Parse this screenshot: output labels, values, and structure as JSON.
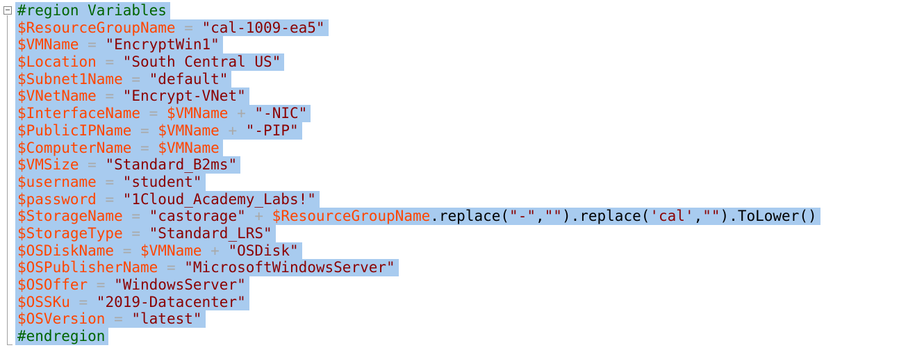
{
  "editor": {
    "fold_toggle": "−",
    "colors": {
      "selection": "#a8cbef",
      "comment": "#006400",
      "variable": "#ff4500",
      "operator": "#a9a9a9",
      "string": "#8b0000",
      "plain": "#000000"
    },
    "lines": [
      [
        {
          "t": "comment",
          "v": "#region Variables"
        }
      ],
      [
        {
          "t": "var",
          "v": "$ResourceGroupName"
        },
        {
          "t": "op",
          "v": " = "
        },
        {
          "t": "str",
          "v": "\"cal-1009-ea5\""
        }
      ],
      [
        {
          "t": "var",
          "v": "$VMName"
        },
        {
          "t": "op",
          "v": " = "
        },
        {
          "t": "str",
          "v": "\"EncryptWin1\""
        }
      ],
      [
        {
          "t": "var",
          "v": "$Location"
        },
        {
          "t": "op",
          "v": " = "
        },
        {
          "t": "str",
          "v": "\"South Central US\""
        }
      ],
      [
        {
          "t": "var",
          "v": "$Subnet1Name"
        },
        {
          "t": "op",
          "v": " = "
        },
        {
          "t": "str",
          "v": "\"default\""
        }
      ],
      [
        {
          "t": "var",
          "v": "$VNetName"
        },
        {
          "t": "op",
          "v": " = "
        },
        {
          "t": "str",
          "v": "\"Encrypt-VNet\""
        }
      ],
      [
        {
          "t": "var",
          "v": "$InterfaceName"
        },
        {
          "t": "op",
          "v": " = "
        },
        {
          "t": "var",
          "v": "$VMName"
        },
        {
          "t": "op",
          "v": " + "
        },
        {
          "t": "str",
          "v": "\"-NIC\""
        }
      ],
      [
        {
          "t": "var",
          "v": "$PublicIPName"
        },
        {
          "t": "op",
          "v": " = "
        },
        {
          "t": "var",
          "v": "$VMName"
        },
        {
          "t": "op",
          "v": " + "
        },
        {
          "t": "str",
          "v": "\"-PIP\""
        }
      ],
      [
        {
          "t": "var",
          "v": "$ComputerName"
        },
        {
          "t": "op",
          "v": " = "
        },
        {
          "t": "var",
          "v": "$VMName"
        }
      ],
      [
        {
          "t": "var",
          "v": "$VMSize"
        },
        {
          "t": "op",
          "v": " = "
        },
        {
          "t": "str",
          "v": "\"Standard_B2ms\""
        }
      ],
      [
        {
          "t": "var",
          "v": "$username"
        },
        {
          "t": "op",
          "v": " = "
        },
        {
          "t": "str",
          "v": "\"student\""
        }
      ],
      [
        {
          "t": "var",
          "v": "$password"
        },
        {
          "t": "op",
          "v": " = "
        },
        {
          "t": "str",
          "v": "\"1Cloud_Academy_Labs!\""
        }
      ],
      [
        {
          "t": "var",
          "v": "$StorageName"
        },
        {
          "t": "op",
          "v": " = "
        },
        {
          "t": "str",
          "v": "\"castorage\""
        },
        {
          "t": "op",
          "v": " + "
        },
        {
          "t": "var",
          "v": "$ResourceGroupName"
        },
        {
          "t": "plain",
          "v": ".replace("
        },
        {
          "t": "str",
          "v": "\"-\""
        },
        {
          "t": "plain",
          "v": ","
        },
        {
          "t": "str",
          "v": "\"\""
        },
        {
          "t": "plain",
          "v": ").replace("
        },
        {
          "t": "str",
          "v": "'cal'"
        },
        {
          "t": "plain",
          "v": ","
        },
        {
          "t": "str",
          "v": "\"\""
        },
        {
          "t": "plain",
          "v": ").ToLower()"
        }
      ],
      [
        {
          "t": "var",
          "v": "$StorageType"
        },
        {
          "t": "op",
          "v": " = "
        },
        {
          "t": "str",
          "v": "\"Standard_LRS\""
        }
      ],
      [
        {
          "t": "var",
          "v": "$OSDiskName"
        },
        {
          "t": "op",
          "v": " = "
        },
        {
          "t": "var",
          "v": "$VMName"
        },
        {
          "t": "op",
          "v": " + "
        },
        {
          "t": "str",
          "v": "\"OSDisk\""
        }
      ],
      [
        {
          "t": "var",
          "v": "$OSPublisherName"
        },
        {
          "t": "op",
          "v": " = "
        },
        {
          "t": "str",
          "v": "\"MicrosoftWindowsServer\""
        }
      ],
      [
        {
          "t": "var",
          "v": "$OSOffer"
        },
        {
          "t": "op",
          "v": " = "
        },
        {
          "t": "str",
          "v": "\"WindowsServer\""
        }
      ],
      [
        {
          "t": "var",
          "v": "$OSSKu"
        },
        {
          "t": "op",
          "v": " = "
        },
        {
          "t": "str",
          "v": "\"2019-Datacenter\""
        }
      ],
      [
        {
          "t": "var",
          "v": "$OSVersion"
        },
        {
          "t": "op",
          "v": " = "
        },
        {
          "t": "str",
          "v": "\"latest\""
        }
      ],
      [
        {
          "t": "comment",
          "v": "#endregion"
        }
      ]
    ]
  }
}
